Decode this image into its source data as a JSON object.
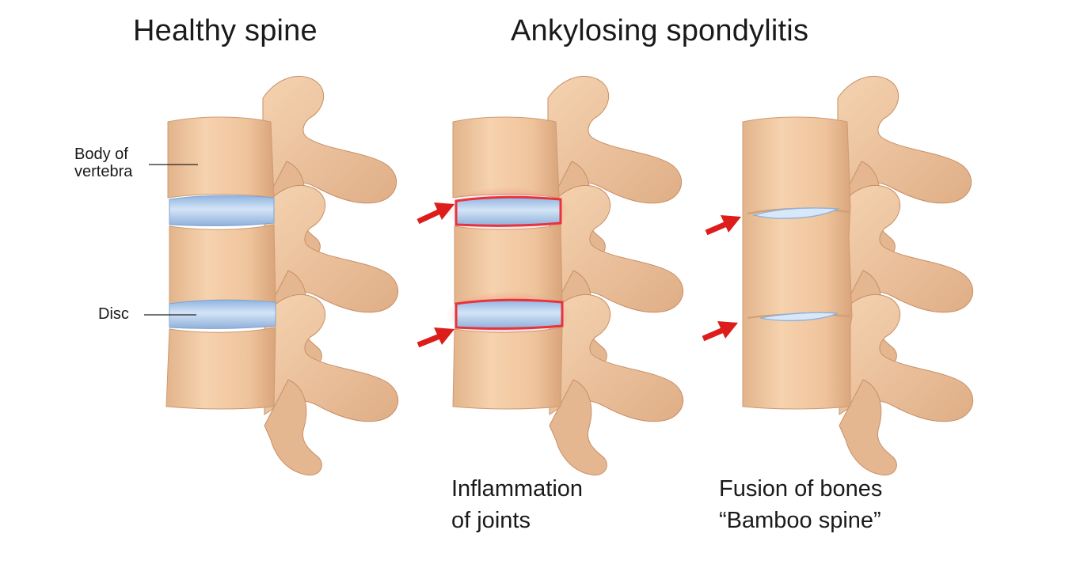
{
  "titles": {
    "healthy": "Healthy spine",
    "disease": "Ankylosing spondylitis"
  },
  "labels": {
    "body_line1": "Body of",
    "body_line2": "vertebra",
    "disc": "Disc"
  },
  "captions": {
    "inflammation_line1": "Inflammation",
    "inflammation_line2": "of joints",
    "fusion_line1": "Fusion of bones",
    "fusion_line2": "“Bamboo spine”"
  },
  "colors": {
    "bone": "#f1c69f",
    "bone_shade": "#dba77e",
    "disc": "#a9c8ec",
    "disc_light": "#d8e6f7",
    "inflammation": "#e8323c",
    "arrow": "#dd1c1c",
    "text": "#1a1a1a"
  }
}
